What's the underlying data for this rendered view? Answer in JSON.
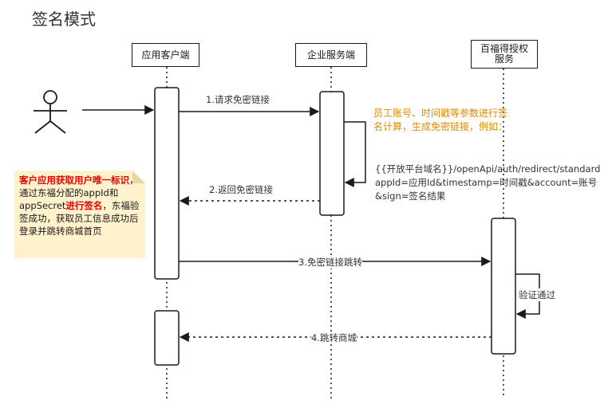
{
  "title": "签名模式",
  "participants": {
    "client": "应用客户端",
    "enterprise": "企业服务端",
    "baifu_line1": "百福得授权",
    "baifu_line2": "服务"
  },
  "messages": {
    "m1": "1.请求免密链接",
    "m2": "2.返回免密链接",
    "m3": "3.免密链接跳转",
    "m4": "4.跳转商城",
    "self_check": "验证通过"
  },
  "enterprise_note": "员工账号、时间戳等参数进行签名计算，生成免密链接，例如：",
  "url_example": {
    "line1": "{{开放平台域名}}/openApi/auth/redirect/standard",
    "line2": "appId=应用Id&timestamp=时间戳&account=账号",
    "line3": "&sign=签名结果"
  },
  "client_note": {
    "bold1": "客户应用获取用户唯一标识",
    "text1": "，通过东福分配的appId和appSecret",
    "bold2": "进行签名",
    "text2": "，东福验签成功，获取员工信息成功后登录并跳转商城首页"
  },
  "colors": {
    "note_bg": "#fff2cc",
    "highlight_red": "#e60000",
    "orange_text": "#e08a00"
  }
}
